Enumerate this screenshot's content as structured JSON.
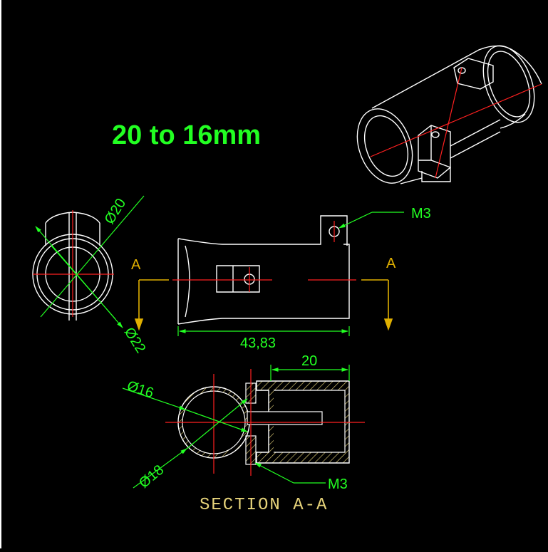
{
  "title": "20 to 16mm",
  "dimensions": {
    "dia_20": "Ø20",
    "dia_22": "Ø22",
    "length": "43,83",
    "section_width": "20",
    "dia_16": "Ø16",
    "dia_18": "Ø18"
  },
  "callouts": {
    "m3_top": "M3",
    "m3_bottom": "M3"
  },
  "section_marks": {
    "left": "A",
    "right": "A"
  },
  "section_title": "SECTION A-A",
  "colors": {
    "background": "#000000",
    "outline": "#ffffff",
    "dimension": "#22ff22",
    "centerline": "#ff2020",
    "section_mark": "#e0b000",
    "hatch": "#e6d37a"
  }
}
